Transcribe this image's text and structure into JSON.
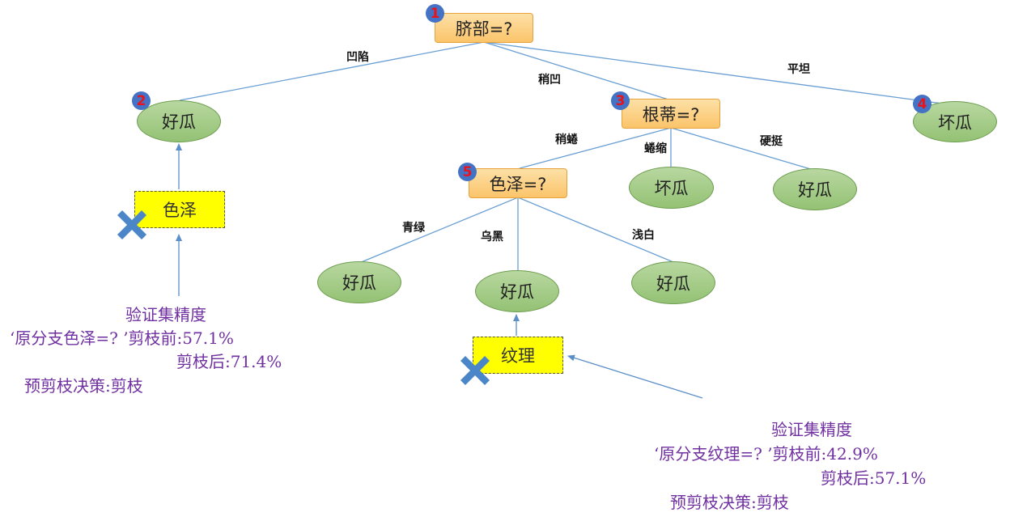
{
  "nodes": {
    "root": {
      "label": "脐部=?",
      "badge": "1"
    },
    "n2": {
      "label": "好瓜",
      "badge": "2"
    },
    "n3": {
      "label": "根蒂=?",
      "badge": "3"
    },
    "n4": {
      "label": "坏瓜",
      "badge": "4"
    },
    "n5": {
      "label": "色泽=?",
      "badge": "5"
    },
    "n3_mid": {
      "label": "坏瓜"
    },
    "n3_right": {
      "label": "好瓜"
    },
    "n5_left": {
      "label": "好瓜"
    },
    "n5_mid": {
      "label": "好瓜"
    },
    "n5_right": {
      "label": "好瓜"
    },
    "pruned_a": {
      "label": "色泽"
    },
    "pruned_b": {
      "label": "纹理"
    }
  },
  "edge_labels": {
    "root_left": "凹陷",
    "root_mid": "稍凹",
    "root_right": "平坦",
    "n3_left": "稍蜷",
    "n3_mid": "蜷缩",
    "n3_right": "硬挺",
    "n5_left": "青绿",
    "n5_mid": "乌黑",
    "n5_right": "浅白"
  },
  "notes": {
    "left": {
      "title": "验证集精度",
      "line1": "‘原分支色泽=? ’剪枝前:57.1%",
      "line2": "剪枝后:71.4%",
      "line3": "预剪枝决策:剪枝"
    },
    "right": {
      "title": "验证集精度",
      "line1": "‘原分支纹理=? ’剪枝前:42.9%",
      "line2": "剪枝后:57.1%",
      "line3": "预剪枝决策:剪枝"
    }
  },
  "colors": {
    "edge": "#6a9fd4",
    "arrow": "#5b8fc8",
    "note_text": "#7030a0",
    "badge_fill": "#4472c4",
    "badge_text": "#e8141c",
    "rect_fill": "#fcd38a",
    "leaf_fill": "#a7cd8a",
    "pruned_fill": "#ffff00",
    "cross": "#4a86c8"
  }
}
